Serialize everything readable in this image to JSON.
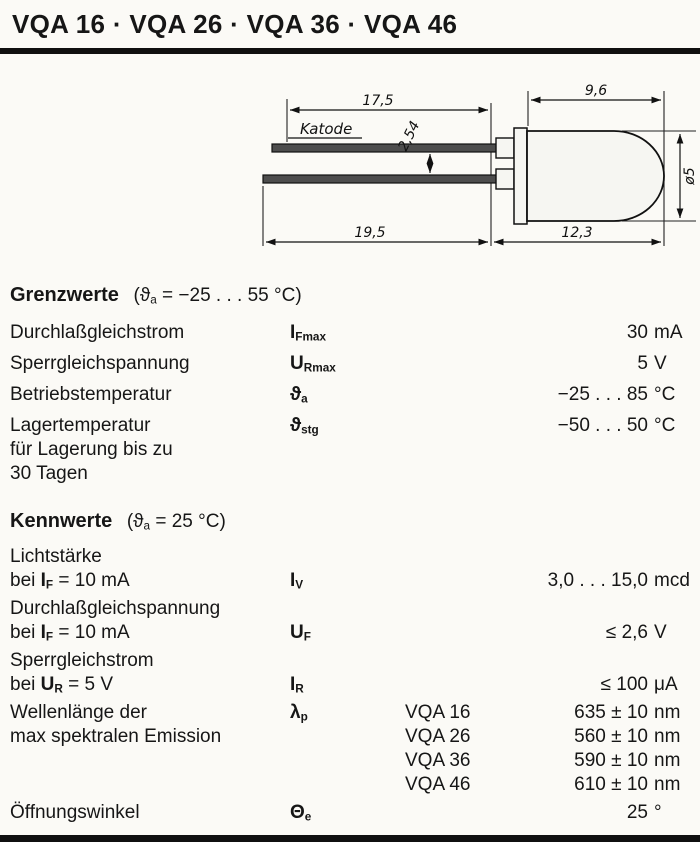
{
  "page": {
    "title": "VQA 16 · VQA 26 · VQA 36 · VQA 46"
  },
  "drawing": {
    "katode": "Katode",
    "dim_lead_top": "17,5",
    "dim_body_top": "9,6",
    "dim_pitch": "2,54",
    "dim_lead_bottom": "19,5",
    "dim_body_bottom": "12,3",
    "dim_diameter": "ø5"
  },
  "grenzwerte": {
    "heading": "Grenzwerte",
    "cond_pre": "(",
    "cond_sym": "ϑ",
    "cond_sub": "a",
    "cond_post": " = −25 . . . 55 °C)",
    "rows": [
      {
        "label": "Durchlaßgleichstrom",
        "sym": "I",
        "sub": "Fmax",
        "value": "30",
        "unit": "mA"
      },
      {
        "label": "Sperrgleichspannung",
        "sym": "U",
        "sub": "Rmax",
        "value": "5",
        "unit": "V"
      },
      {
        "label": "Betriebstemperatur",
        "sym": "ϑ",
        "sub": "a",
        "value": "−25 . . . 85",
        "unit": "°C"
      },
      {
        "label": "Lagertemperatur",
        "label2": "für Lagerung bis zu",
        "label3": "30 Tagen",
        "sym": "ϑ",
        "sub": "stg",
        "value": "−50 . . . 50",
        "unit": "°C"
      }
    ]
  },
  "kennwerte": {
    "heading": "Kennwerte",
    "cond_pre": "(",
    "cond_sym": "ϑ",
    "cond_sub": "a",
    "cond_post": " = 25 °C)",
    "rows": {
      "lichtstaerke": {
        "label1": "Lichtstärke",
        "cond_pre": "bei ",
        "cond_sym": "I",
        "cond_sub": "F",
        "cond_post": " = 10 mA",
        "sym": "I",
        "sub": "V",
        "value": "3,0 . . . 15,0",
        "unit": "mcd"
      },
      "durchlassspannung": {
        "label1": "Durchlaßgleichspannung",
        "cond_pre": "bei ",
        "cond_sym": "I",
        "cond_sub": "F",
        "cond_post": " = 10 mA",
        "sym": "U",
        "sub": "F",
        "value": "≤ 2,6",
        "unit": "V"
      },
      "sperrstrom": {
        "label1": "Sperrgleichstrom",
        "cond_pre": "bei ",
        "cond_sym": "U",
        "cond_sub": "R",
        "cond_post": " = 5 V",
        "sym": "I",
        "sub": "R",
        "value": "≤ 100",
        "unit": "μA"
      },
      "wellenlaenge": {
        "label1": "Wellenlänge der",
        "label2": "max spektralen Emission",
        "sym": "λ",
        "sub": "p",
        "variants": [
          {
            "model": "VQA 16",
            "value": "635 ± 10",
            "unit": "nm"
          },
          {
            "model": "VQA 26",
            "value": "560 ± 10",
            "unit": "nm"
          },
          {
            "model": "VQA 36",
            "value": "590 ± 10",
            "unit": "nm"
          },
          {
            "model": "VQA 46",
            "value": "610 ± 10",
            "unit": "nm"
          }
        ]
      },
      "oeffnungswinkel": {
        "label1": "Öffnungswinkel",
        "sym": "Θ",
        "sub": "e",
        "value": "25",
        "unit": "°"
      }
    }
  }
}
